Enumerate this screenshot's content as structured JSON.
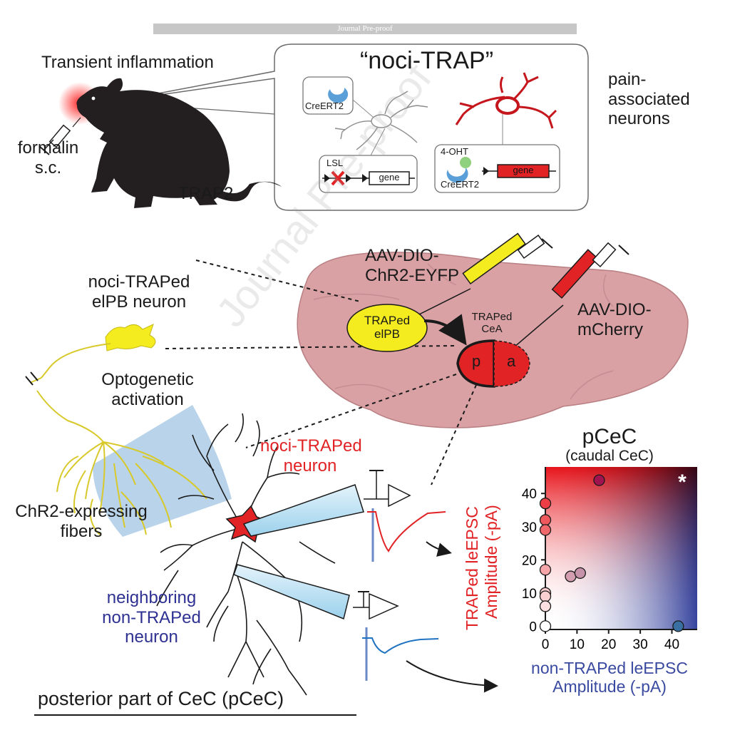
{
  "banner": "Journal Pre-proof",
  "watermark": "Journal Pre-proof",
  "panel_top": {
    "title": "Transient inflammation",
    "injection": [
      "formalin",
      "s.c."
    ],
    "mouse_line": "TRAP2",
    "noci_trap_title": "“noci-TRAP”",
    "creert2_label": "CreERT2",
    "lsl_label": "LSL",
    "gene_label": "gene",
    "ohT_label": "4-OHT",
    "creert2_label_2": "CreERT2",
    "gene_label_2": "gene",
    "pain_neurons": [
      "pain-",
      "associated",
      "neurons"
    ]
  },
  "panel_middle": {
    "aav_chr2": [
      "AAV-DIO-",
      "ChR2-EYFP"
    ],
    "aav_mcherry": [
      "AAV-DIO-",
      "mCherry"
    ],
    "noci_elpb": [
      "noci-TRAPed",
      "elPB neuron"
    ],
    "traped_elpb": [
      "TRAPed",
      "elPB"
    ],
    "traped_cea": [
      "TRAPed",
      "CeA"
    ],
    "cea_p": "p",
    "cea_a": "a",
    "optogenetic": [
      "Optogenetic",
      "activation"
    ],
    "chr2_fibers": [
      "ChR2-expressing",
      "fibers"
    ]
  },
  "panel_bottom": {
    "noci_neuron": [
      "noci-TRAPed",
      "neuron"
    ],
    "neighbor_neuron": [
      "neighboring",
      "non-TRAPed",
      "neuron"
    ],
    "footer": "posterior part of CeC (pCeC)"
  },
  "colors": {
    "red": "#e12326",
    "blue": "#2e3192",
    "yellow": "#f4ec1e",
    "brain": "#d9a1a4",
    "light_blue": "#aacbe6"
  },
  "chart_data": {
    "type": "scatter",
    "title": "pCeC",
    "subtitle": "(caudal CeC)",
    "xlabel": [
      "non-TRAPed leEPSC",
      "Amplitude (-pA)"
    ],
    "ylabel": [
      "TRAPed leEPSC",
      "Amplitude (-pA)"
    ],
    "xlim": [
      0,
      48
    ],
    "ylim": [
      -1,
      48
    ],
    "xticks": [
      0,
      10,
      20,
      30,
      40
    ],
    "yticks": [
      0,
      10,
      20,
      30,
      40
    ],
    "significance": "*",
    "points": [
      {
        "x": 0,
        "y": 37
      },
      {
        "x": 0,
        "y": 32
      },
      {
        "x": 0,
        "y": 29
      },
      {
        "x": 0,
        "y": 17
      },
      {
        "x": 0,
        "y": 10
      },
      {
        "x": 0,
        "y": 9
      },
      {
        "x": 0,
        "y": 6
      },
      {
        "x": 0,
        "y": 0
      },
      {
        "x": 8,
        "y": 15
      },
      {
        "x": 11,
        "y": 16
      },
      {
        "x": 17,
        "y": 44
      },
      {
        "x": 42,
        "y": 0
      }
    ]
  }
}
